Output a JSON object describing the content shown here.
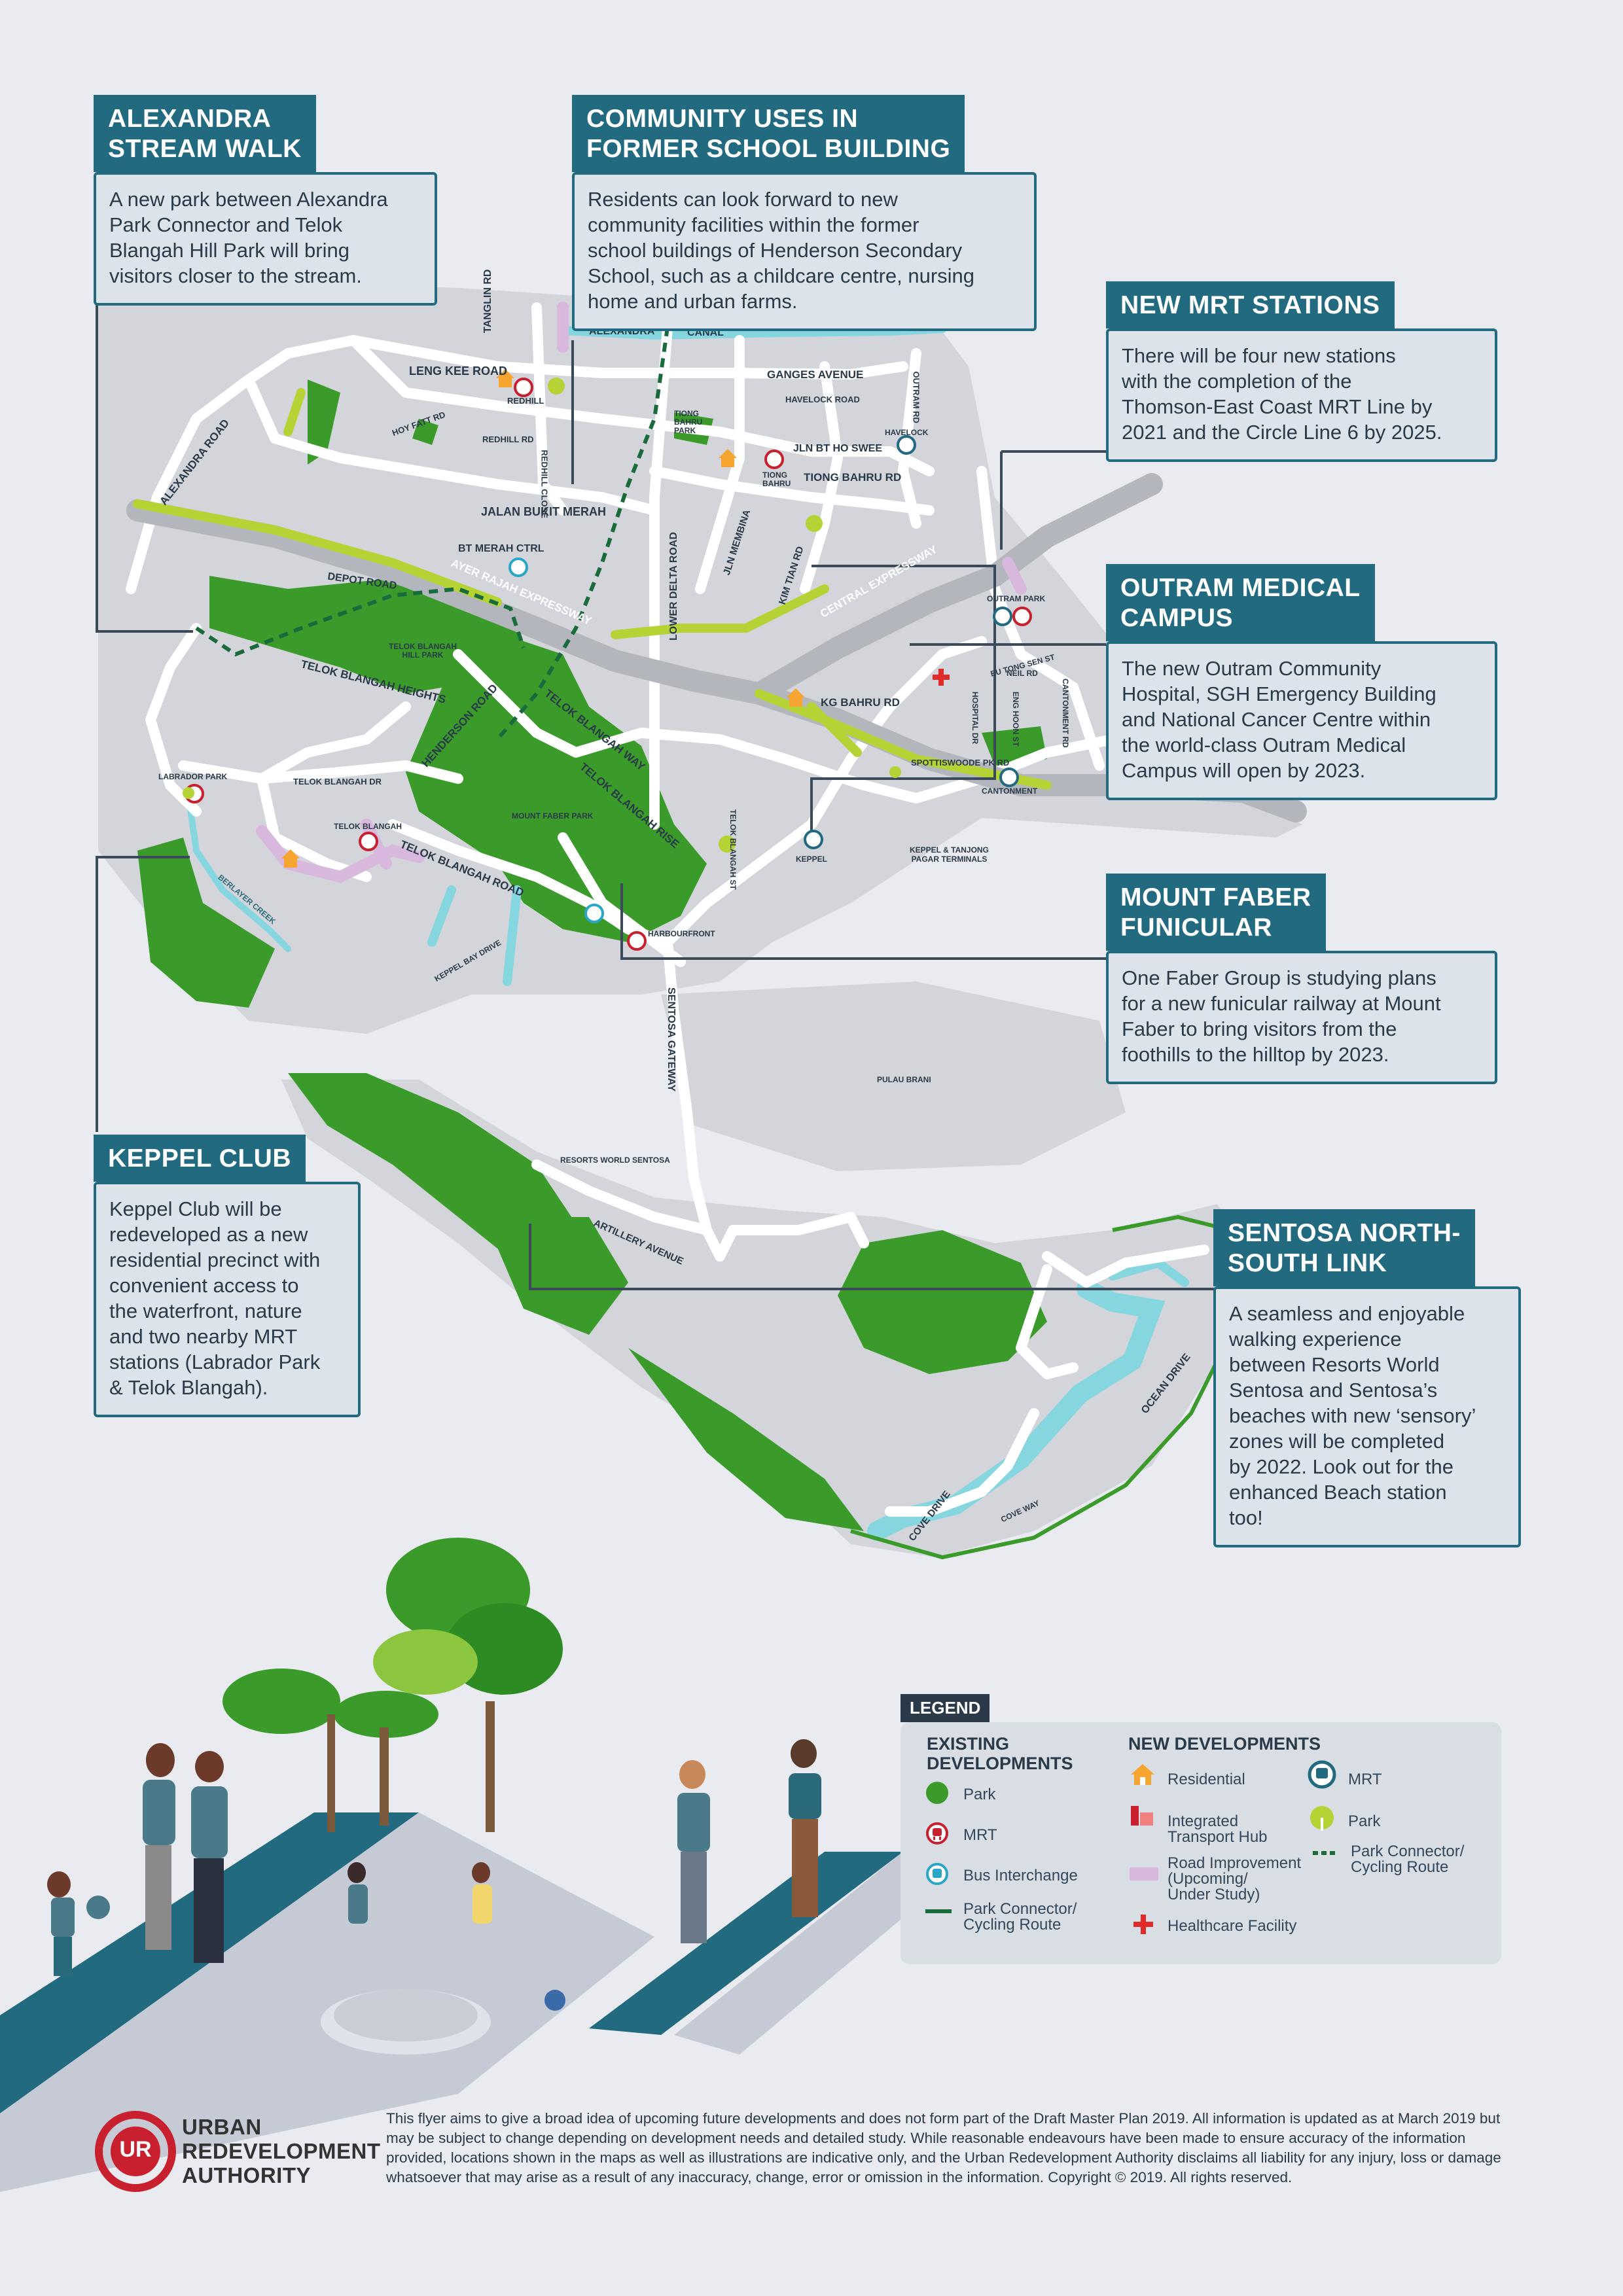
{
  "cards": {
    "alexandra": {
      "title": "ALEXANDRA\nSTREAM WALK",
      "body": "A new park between Alexandra\nPark Connector and Telok\nBlangah Hill Park will bring\nvisitors closer to the stream."
    },
    "community": {
      "title": "COMMUNITY USES IN\nFORMER SCHOOL BUILDING",
      "body": "Residents can look forward to new\ncommunity facilities within the former\nschool buildings of Henderson Secondary\nSchool, such as a childcare centre, nursing\nhome and urban farms."
    },
    "mrt": {
      "title": "NEW MRT STATIONS",
      "body": "There will be four new stations\nwith the completion of the\nThomson-East Coast MRT Line by\n2021 and the Circle Line 6 by 2025."
    },
    "outram": {
      "title": "OUTRAM MEDICAL\nCAMPUS",
      "body": "The new Outram Community\nHospital, SGH Emergency Building\nand National Cancer Centre within\nthe world-class Outram Medical\nCampus will open by 2023."
    },
    "faber": {
      "title": "MOUNT FABER\nFUNICULAR",
      "body": "One Faber Group is studying plans\nfor a new funicular railway at Mount\nFaber to bring visitors from the\nfoothills to the hilltop by 2023."
    },
    "keppel": {
      "title": "KEPPEL CLUB",
      "body": "Keppel Club will be\nredeveloped as a new\nresidential precinct with\nconvenient access to\nthe waterfront, nature\nand two nearby MRT\nstations (Labrador Park\n& Telok Blangah)."
    },
    "sentosa": {
      "title": "SENTOSA NORTH-\nSOUTH LINK",
      "body": "A seamless and enjoyable\nwalking experience\nbetween Resorts World\nSentosa and Sentosa’s\nbeaches with new ‘sensory’\nzones will be completed\nby 2022. Look out for the\nenhanced Beach station\ntoo!"
    }
  },
  "map_labels": {
    "alexandra_canal": "ALEXANDRA",
    "canal": "CANAL",
    "tanglin_rd": "TANGLIN RD",
    "leng_kee": "LENG KEE ROAD",
    "redhill": "REDHILL",
    "ganges": "GANGES AVENUE",
    "havelock_road": "HAVELOCK ROAD",
    "hoy_fatt": "HOY FATT RD",
    "redhill_rd": "REDHILL RD",
    "redhill_close": "REDHILL CLOSE",
    "tiong_bahru_park": "TIONG\nBAHRU\nPARK",
    "jln_bt_ho_swee": "JLN BT HO SWEE",
    "havelock": "HAVELOCK",
    "tiong_bahru": "TIONG\nBAHRU",
    "tiong_bahru_rd": "TIONG BAHRU RD",
    "outram_rd": "OUTRAM RD",
    "alexandra_road": "ALEXANDRA ROAD",
    "jalan_bukit_merah": "JALAN BUKIT MERAH",
    "bt_merah_ctrl": "BT MERAH CTRL",
    "ayer_rajah": "AYER RAJAH EXPRESSWAY",
    "lower_delta": "LOWER DELTA ROAD",
    "jln_membina": "JLN MEMBINA",
    "kim_tian": "KIM TIAN RD",
    "central_expressway": "CENTRAL EXPRESSWAY",
    "depot_road": "DEPOT ROAD",
    "telok_blangah_hill_park": "TELOK BLANGAH\nHILL PARK",
    "telok_blangah_heights": "TELOK BLANGAH HEIGHTS",
    "henderson_road": "HENDERSON ROAD",
    "telok_blangah_way": "TELOK BLANGAH WAY",
    "outram_park": "OUTRAM PARK",
    "eu_tong_sen": "EU TONG SEN ST",
    "neil_rd": "NEIL RD",
    "cantonment_rd": "CANTONMENT RD",
    "kg_bahru": "KG BAHRU RD",
    "spottiswoode": "SPOTTISWOODE PK RD",
    "cantonment": "CANTONMENT",
    "labrador_park": "LABRADOR PARK",
    "telok_blangah_dr": "TELOK BLANGAH DR",
    "telok_blangah_rise": "TELOK BLANGAH RISE",
    "mount_faber_park": "MOUNT FABER PARK",
    "telok_blangah_mrt": "TELOK BLANGAH",
    "telok_blangah_road": "TELOK BLANGAH ROAD",
    "keppel": "KEPPEL",
    "keppel_tanjong": "KEPPEL & TANJONG\nPAGAR TERMINALS",
    "berlayer": "BERLAYER CREEK",
    "telok_blangah_st": "TELOK BLANGAH ST",
    "harbourfront": "HARBOURFRONT",
    "keppel_bay": "KEPPEL BAY DRIVE",
    "sentosa_gateway": "SENTOSA GATEWAY",
    "pulau_brani": "PULAU BRANI",
    "rws": "RESORTS WORLD SENTOSA",
    "artillery": "ARTILLERY AVENUE",
    "ocean_drive": "OCEAN DRIVE",
    "cove_drive": "COVE DRIVE",
    "cove_way": "COVE WAY",
    "eng_hoon": "ENG HOON ST",
    "hosp_dr": "HOSPITAL DR"
  },
  "legend": {
    "tag": "LEGEND",
    "existing_heading": "EXISTING\nDEVELOPMENTS",
    "new_heading": "NEW DEVELOPMENTS",
    "existing": [
      "Park",
      "MRT",
      "Bus Interchange",
      "Park Connector/\nCycling Route"
    ],
    "new_left": [
      "Residential",
      "Integrated\nTransport Hub",
      "Road Improvement\n(Upcoming/\nUnder Study)",
      "Healthcare Facility"
    ],
    "new_right": [
      "MRT",
      "Park",
      "Park Connector/\nCycling Route"
    ]
  },
  "colors": {
    "accent": "#226a80",
    "park": "#3a9b2b",
    "mrt": "#c8202e",
    "bus": "#2aa7c6",
    "water": "#86d6e0",
    "residential": "#f5a530",
    "road_improvement": "#d8b8dc",
    "new_park": "#b5d335",
    "new_connector": "#1a6b3c"
  },
  "icons": [
    "residential-icon",
    "mrt-icon",
    "bus-interchange-icon",
    "park-icon",
    "healthcare-cross-icon",
    "transport-hub-icon",
    "ura-logo"
  ],
  "footer": {
    "org_name": "URBAN\nREDEVELOPMENT\nAUTHORITY",
    "logo_text": "UR",
    "disclaimer": "This flyer aims to give a broad idea of upcoming future developments and does not form part of the Draft Master Plan 2019. All information is updated as at March 2019 but may be subject to change depending on development needs and detailed study. While reasonable endeavours have been made to ensure accuracy of the information provided, locations shown in the maps as well as illustrations are indicative only, and the Urban Redevelopment Authority disclaims all liability for any injury, loss or damage whatsoever that may arise as a result of any inaccuracy, change, error or omission in the information. Copyright © 2019. All rights reserved."
  }
}
